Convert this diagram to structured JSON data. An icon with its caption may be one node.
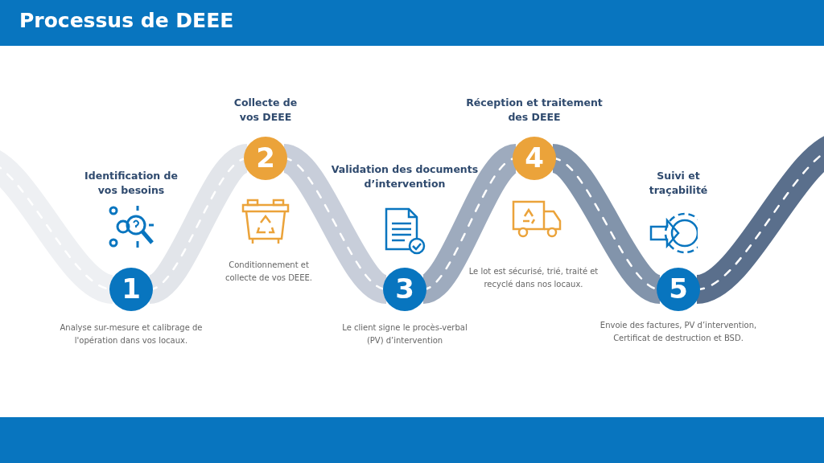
{
  "diagram": {
    "title": "Processus de DEEE",
    "nodes": [
      {
        "text": [
          "Identification de vos besoins",
          "1"
        ],
        "beside": [
          "Analyse sur-mesure et calibrage de l'opération dans vos locaux."
        ]
      },
      {
        "text": [
          "Collecte de vos DEEE",
          "2"
        ]
      },
      {
        "text": [
          "Validation des documents d’intervention",
          "3"
        ],
        "beside": [
          "Le client signe le procès-verbal (PV) d’intervention"
        ]
      },
      {
        "text": [
          "Réception et traitement des DEEE",
          "4"
        ]
      },
      {
        "text": [
          "Suivi et traçabilité",
          "5"
        ],
        "beside": [
          "Envoie des factures, PV d’intervention, Certificat de destruction et BSD."
        ]
      }
    ],
    "edges": [
      {
        "from": null,
        "to": 0,
        "arrow": "none",
        "color": "#eef0f3"
      },
      {
        "from": 0,
        "to": 1,
        "arrow": "none",
        "color": "#e2e5ea"
      },
      {
        "from": 1,
        "to": 2,
        "arrow": "none",
        "color": "#c8ceda"
      },
      {
        "from": 2,
        "to": 3,
        "arrow": "none",
        "color": "#9eabbe"
      },
      {
        "from": 3,
        "to": 4,
        "arrow": "none",
        "color": "#8294ab"
      },
      {
        "from": 4,
        "to": null,
        "arrow": "none",
        "color": "#5a6f8c"
      }
    ],
    "labels": [
      "Conditionnement et collecte de vos DEEE.",
      "Le lot est sécurisé, trié, traité et recyclé dans nos locaux."
    ]
  }
}
